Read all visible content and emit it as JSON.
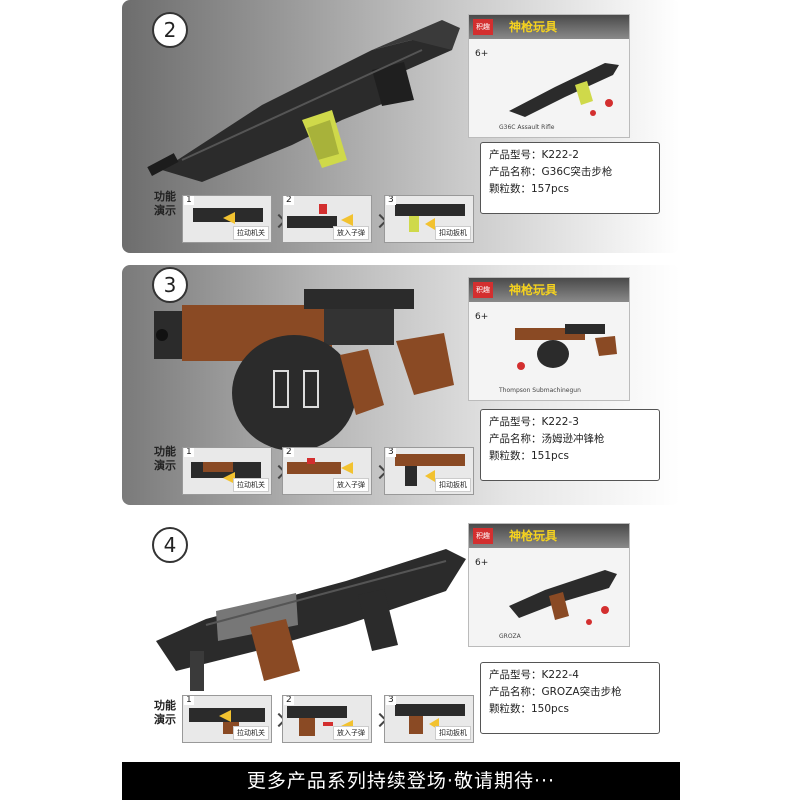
{
  "products": [
    {
      "number": "2",
      "model": "产品型号：K222-2",
      "name": "产品名称：G36C突击步枪",
      "pieces": "颗粒数：157pcs",
      "box_age": "6+",
      "box_gun_name": "G36C Assault Rifle",
      "steps": [
        "拉动机关",
        "放入子弹",
        "扣动扳机"
      ]
    },
    {
      "number": "3",
      "model": "产品型号：K222-3",
      "name": "产品名称：汤姆逊冲锋枪",
      "pieces": "颗粒数：151pcs",
      "box_age": "6+",
      "box_gun_name": "Thompson Submachinegun",
      "steps": [
        "拉动机关",
        "放入子弹",
        "扣动扳机"
      ]
    },
    {
      "number": "4",
      "model": "产品型号：K222-4",
      "name": "产品名称：GROZA突击步枪",
      "pieces": "颗粒数：150pcs",
      "box_age": "6+",
      "box_gun_name": "GROZA",
      "steps": [
        "拉动机关",
        "放入子弹",
        "扣动扳机"
      ]
    }
  ],
  "function_label": "功能演示",
  "box_brand": "积趣",
  "box_logo": "神枪玩具",
  "footer": "更多产品系列持续登场·敬请期待···",
  "colors": {
    "dark_brick": "#2a2a2a",
    "brown_brick": "#8a4a24",
    "accent_yellow": "#d7e24a",
    "arrow_yellow": "#f2c230"
  }
}
